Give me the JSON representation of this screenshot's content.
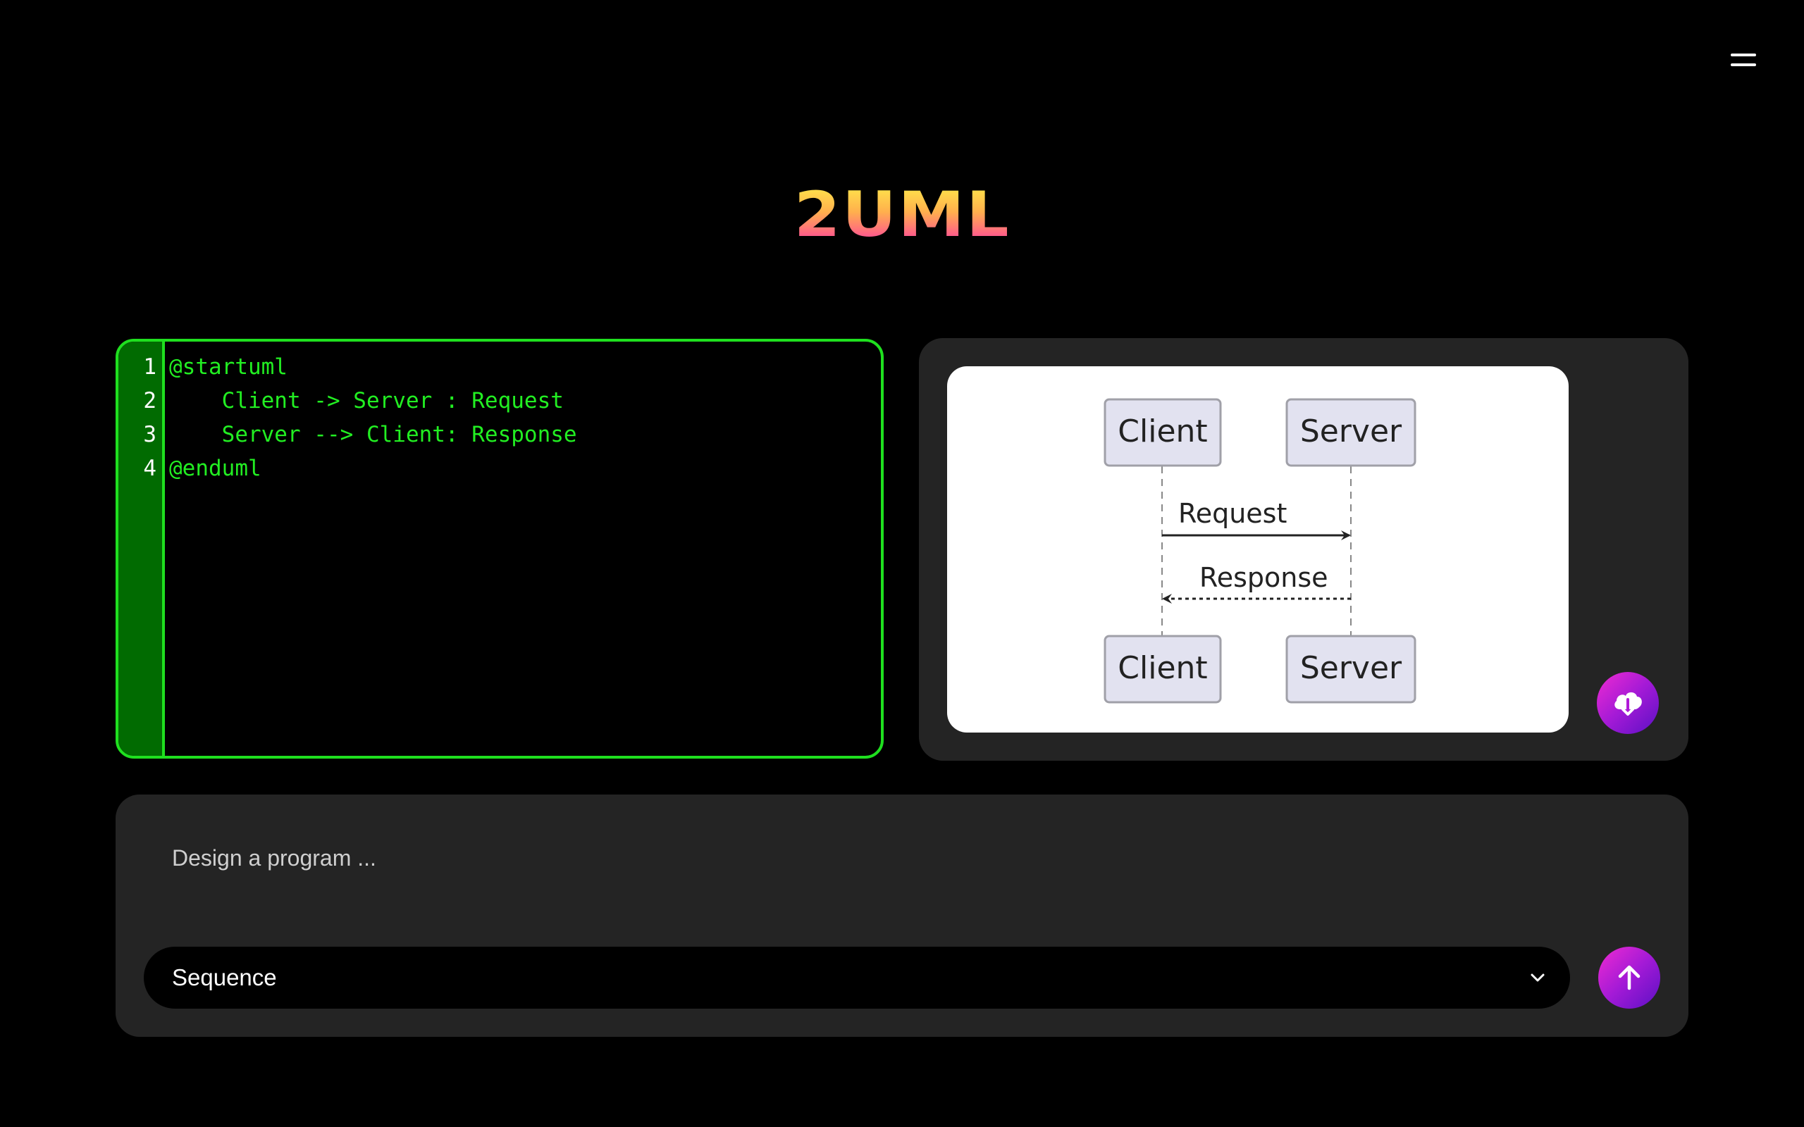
{
  "header": {
    "logo_text": "2UML",
    "menu_icon": "hamburger-menu-icon"
  },
  "editor": {
    "lines": [
      {
        "number": "1",
        "code": "@startuml"
      },
      {
        "number": "2",
        "code": "    Client -> Server : Request"
      },
      {
        "number": "3",
        "code": "    Server --> Client: Response"
      },
      {
        "number": "4",
        "code": "@enduml"
      }
    ]
  },
  "diagram": {
    "participants": [
      "Client",
      "Server"
    ],
    "messages": [
      {
        "from": "Client",
        "to": "Server",
        "label": "Request",
        "style": "solid"
      },
      {
        "from": "Server",
        "to": "Client",
        "label": "Response",
        "style": "dashed"
      }
    ],
    "participant_fill": "#e2e2f0",
    "participant_stroke": "#a0a0a8"
  },
  "preview": {
    "download_icon": "cloud-download-icon"
  },
  "prompt": {
    "placeholder": "Design a program ...",
    "value": "",
    "diagram_type_selected": "Sequence",
    "submit_icon": "arrow-up-icon"
  },
  "colors": {
    "background": "#000000",
    "panel": "#242424",
    "editor_border": "#1fe01f",
    "editor_gutter": "#016b01",
    "code_text": "#22ee22",
    "button_gradient_start": "#f02bd1",
    "button_gradient_end": "#5b10c4"
  }
}
